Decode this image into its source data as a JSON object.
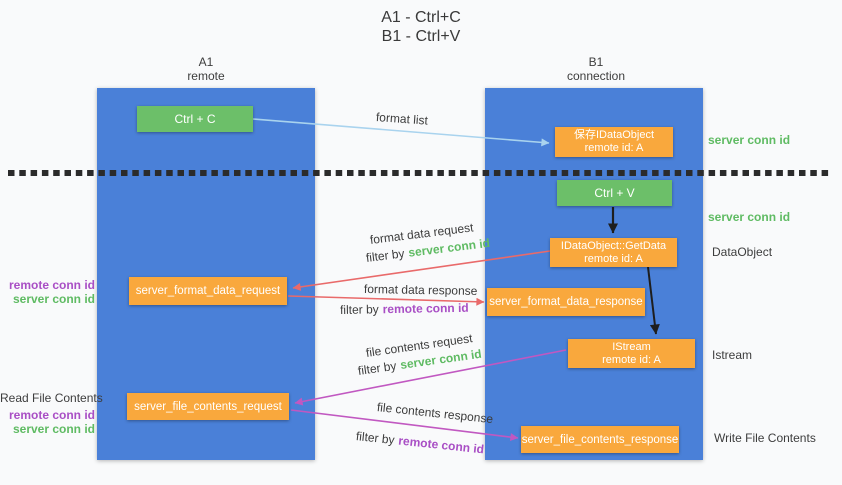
{
  "title": {
    "line1": "A1 - Ctrl+C",
    "line2": "B1 - Ctrl+V"
  },
  "columns": {
    "left": {
      "name": "A1",
      "subtitle": "remote"
    },
    "right": {
      "name": "B1",
      "subtitle": "connection"
    }
  },
  "nodes": {
    "ctrl_c": "Ctrl + C",
    "ctrl_v": "Ctrl + V",
    "save_idataobject": {
      "line1": "保存IDataObject",
      "line2": "remote id: A"
    },
    "getdata": {
      "line1": "IDataObject::GetData",
      "line2": "remote id: A"
    },
    "istream": {
      "line1": "IStream",
      "line2": "remote id: A"
    },
    "server_format_data_request": "server_format_data_request",
    "server_format_data_response": "server_format_data_response",
    "server_file_contents_request": "server_file_contents_request",
    "server_file_contents_response": "server_file_contents_response"
  },
  "arrow_labels": {
    "format_list": "format list",
    "format_data_request": "format data request",
    "format_data_response": "format data response",
    "file_contents_request": "file contents request",
    "file_contents_response": "file contents response",
    "filter_by": "filter by",
    "server_conn_id": "server conn id",
    "remote_conn_id": "remote conn id"
  },
  "side_labels": {
    "server_conn_id_right_top": "server conn id",
    "server_conn_id_right_mid": "server conn id",
    "dataobject": "DataObject",
    "istream": "Istream",
    "write_file_contents": "Write File Contents",
    "read_file_contents": "Read File Contents",
    "remote_conn_id_left_top": "remote conn id",
    "server_conn_id_left_top": "server conn id",
    "remote_conn_id_left_bottom": "remote conn id",
    "server_conn_id_left_bottom": "server conn id"
  },
  "colors": {
    "column_blue": "#4A80D8",
    "box_green": "#6CBF69",
    "box_orange": "#F9A83D",
    "arrow_red": "#E96A6A",
    "arrow_light_blue": "#A9D3EE",
    "arrow_magenta": "#C158C1",
    "arrow_black": "#1E1E1E",
    "text_green": "#5FBB63",
    "text_purple": "#A94FC5",
    "text_dark": "#3D3D3D"
  }
}
